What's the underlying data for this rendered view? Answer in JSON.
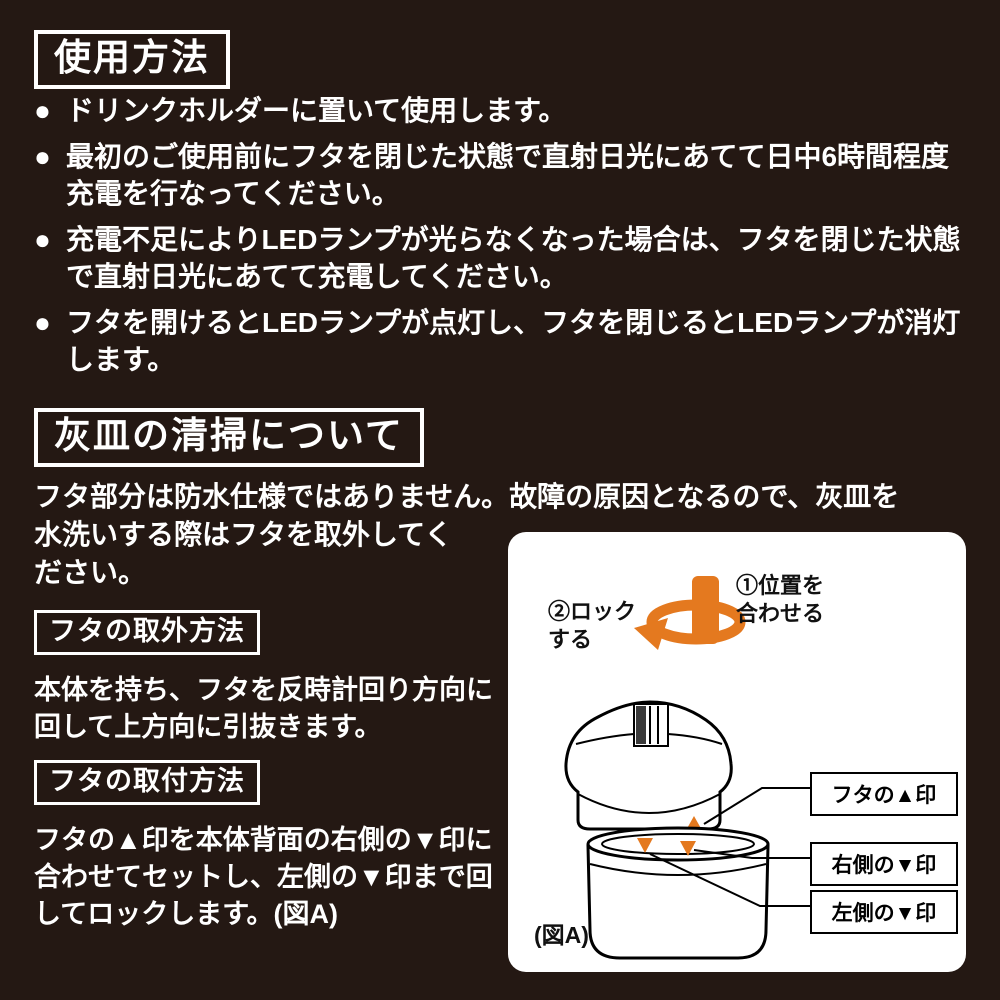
{
  "theme": {
    "bg": "#241813",
    "fg": "#ffffff",
    "accent_orange": "#e4791f",
    "panel_bg": "#ffffff",
    "panel_fg": "#111111"
  },
  "usage": {
    "title": "使用方法",
    "bullet_char": "●",
    "items": [
      "ドリンクホルダーに置いて使用します。",
      "最初のご使用前にフタを閉じた状態で直射日光にあてて日中6時間程度充電を行なってください。",
      "充電不足によりLEDランプが光らなくなった場合は、フタを閉じた状態で直射日光にあてて充電してください。",
      "フタを開けるとLEDランプが点灯し、フタを閉じるとLEDランプが消灯します。"
    ]
  },
  "cleaning": {
    "title": "灰皿の清掃について",
    "body_line1": "フタ部分は防水仕様ではありません。故障の原因となるので、灰皿を",
    "body_rest": "水洗いする際はフタを取外してください。"
  },
  "remove": {
    "title": "フタの取外方法",
    "body": "本体を持ち、フタを反時計回り方向に回して上方向に引抜きます。"
  },
  "attach": {
    "title": "フタの取付方法",
    "body": "フタの▲印を本体背面の右側の▼印に合わせてセットし、左側の▼印まで回してロックします。(図A)"
  },
  "figure": {
    "step1": "①位置を\n合わせる",
    "step2": "②ロック\nする",
    "label_lid_mark": "フタの▲印",
    "label_right_mark": "右側の▼印",
    "label_left_mark": "左側の▼印",
    "caption": "(図A)"
  }
}
